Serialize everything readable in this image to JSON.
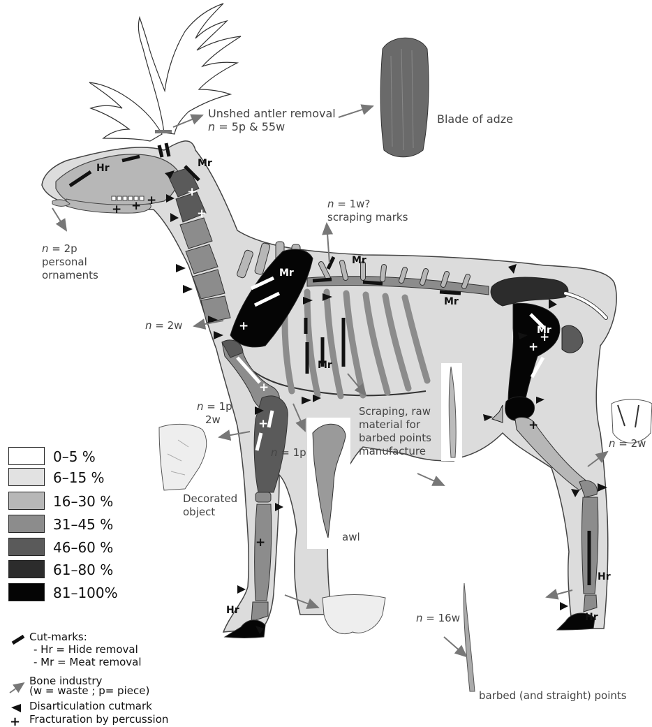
{
  "annotations": {
    "antler": {
      "line1": "Unshed antler removal",
      "n": "n",
      "line2": " = 5p & 55w"
    },
    "adze": "Blade of adze",
    "scraping_marks": {
      "n": "n",
      "line1": " = 1w?",
      "line2": "scraping marks"
    },
    "ornaments": {
      "n": "n",
      "line1": " = 2p",
      "line2": "personal",
      "line3": "ornaments"
    },
    "scapula_waste": {
      "n": "n",
      "text": " = 2w"
    },
    "humerus": {
      "n": "n",
      "line1": " = 1p",
      "line2": "2w"
    },
    "awl_n": {
      "n": "n",
      "text": " = 1p"
    },
    "awl": "awl",
    "decorated": {
      "line1": "Decorated",
      "line2": "object"
    },
    "barbed_raw": {
      "line1": "Scraping, raw",
      "line2": "material for",
      "line3": "barbed points",
      "line4": "manufacture"
    },
    "hind_waste": {
      "n": "n",
      "text": " = 2w"
    },
    "points_n": {
      "n": "n",
      "text": " = 16w"
    },
    "points": "barbed (and straight) points"
  },
  "bone_labels": {
    "hr_skull": "Hr",
    "mr_neck": "Mr",
    "mr_scapula": "Mr",
    "mr_back": "Mr",
    "mr_back2": "Mr",
    "mr_ribs": "Mr",
    "mr_femur": "Mr",
    "hr_fore": "Hr",
    "hr_hind_shaft": "Hr",
    "hr_hind_foot": "Hr"
  },
  "legend": {
    "bins": [
      {
        "label": "0–5 %",
        "color": "#ffffff"
      },
      {
        "label": "6–15 %",
        "color": "#e2e2e2"
      },
      {
        "label": "16–30 %",
        "color": "#b7b7b7"
      },
      {
        "label": "31–45 %",
        "color": "#8c8c8c"
      },
      {
        "label": "46–60 %",
        "color": "#5a5a5a"
      },
      {
        "label": "61–80 %",
        "color": "#2c2c2c"
      },
      {
        "label": "81–100%",
        "color": "#050505"
      }
    ],
    "cutmarks": {
      "title": "Cut-marks:",
      "hr": "- Hr  = Hide removal",
      "mr": "- Mr = Meat removal"
    },
    "bone_industry": {
      "line1": "Bone industry",
      "line2": "(w = waste ; p= piece)"
    },
    "disarticulation": "Disarticulation cutmark",
    "fracturation": "Fracturation by percussion"
  },
  "colors": {
    "body": "#dcdcdc",
    "outline": "#444444",
    "arrow": "#777777",
    "bone_light": "#b7b7b7",
    "bone_mid": "#8c8c8c",
    "bone_dark": "#5a5a5a",
    "bone_black": "#050505"
  }
}
